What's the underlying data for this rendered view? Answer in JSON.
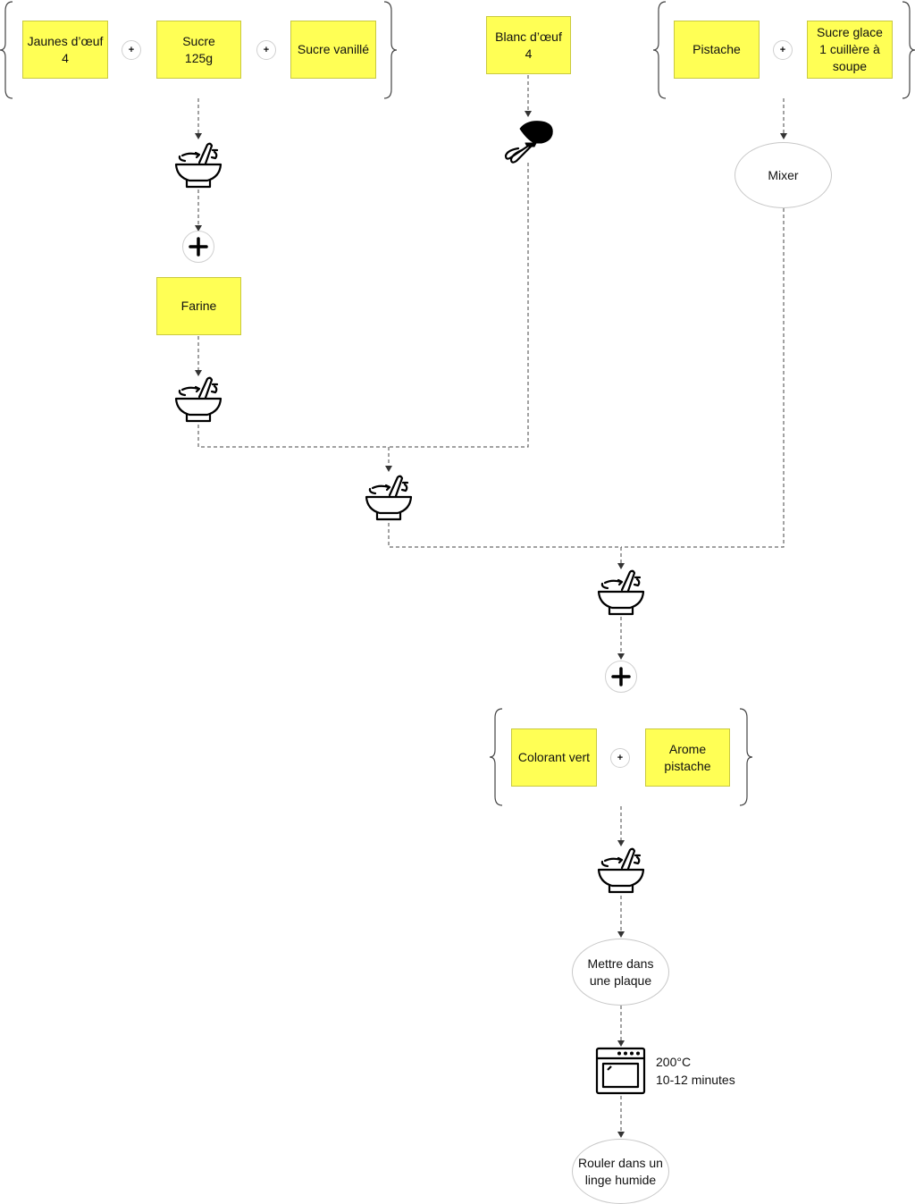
{
  "ingredients": {
    "jaunes": "Jaunes d’œuf\n4",
    "sucre": "Sucre\n125g",
    "sucre_vanille": "Sucre vanillé",
    "blanc": "Blanc d’œuf\n4",
    "pistache": "Pistache",
    "sucre_glace": "Sucre glace\n1 cuillère à\nsoupe",
    "farine": "Farine",
    "colorant": "Colorant vert",
    "arome": "Arome\npistache"
  },
  "plus_sign": "+",
  "steps": {
    "mixer": "Mixer",
    "plaque": "Mettre dans\nune plaque",
    "rouler": "Rouler dans un\nlinge humide",
    "oven_note": "200°C\n10-12 minutes"
  },
  "icons": {
    "bowl": "mixing-bowl-icon",
    "whisk": "electric-mixer-icon",
    "oven": "oven-icon",
    "add": "plus-circle-icon"
  },
  "colors": {
    "sticky": "#ffff55",
    "line": "#444444"
  }
}
